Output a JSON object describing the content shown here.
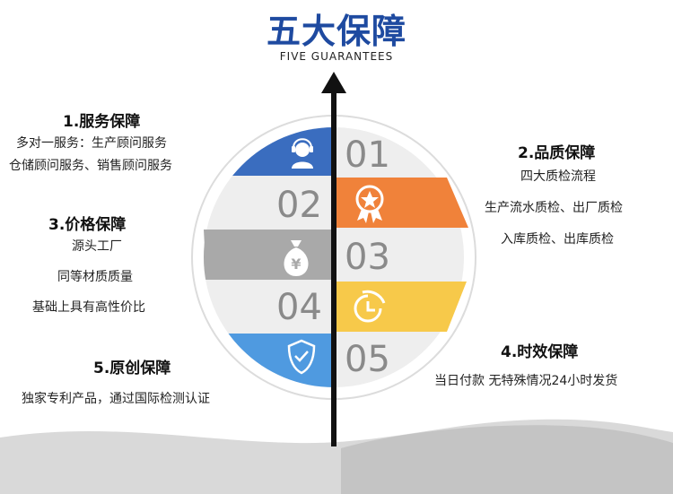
{
  "header": {
    "title": "五大保障",
    "subtitle": "FIVE GUARANTEES"
  },
  "colors": {
    "blue": "#3a6dbf",
    "orange": "#f0823a",
    "gray": "#a9a9a9",
    "yellow": "#f7c94a",
    "lightblue": "#4f9ae0",
    "title": "#1e4aa0"
  },
  "items": [
    {
      "number": "01",
      "heading": "1.服务保障",
      "lines": [
        "多对一服务：生产顾问服务",
        "仓储顾问服务、销售顾问服务"
      ],
      "icon": "customer-service-icon"
    },
    {
      "number": "02",
      "heading": "2.品质保障",
      "lines": [
        "四大质检流程",
        "生产流水质检、出厂质检",
        "入库质检、出库质检"
      ],
      "icon": "badge-star-icon"
    },
    {
      "number": "03",
      "heading": "3.价格保障",
      "lines": [
        "源头工厂",
        "同等材质质量",
        "基础上具有高性价比"
      ],
      "icon": "money-bag-icon"
    },
    {
      "number": "04",
      "heading": "4.时效保障",
      "lines": [
        "当日付款 无特殊情况24小时发货"
      ],
      "icon": "clock-icon"
    },
    {
      "number": "05",
      "heading": "5.原创保障",
      "lines": [
        "独家专利产品，通过国际检测认证"
      ],
      "icon": "shield-check-icon"
    }
  ]
}
